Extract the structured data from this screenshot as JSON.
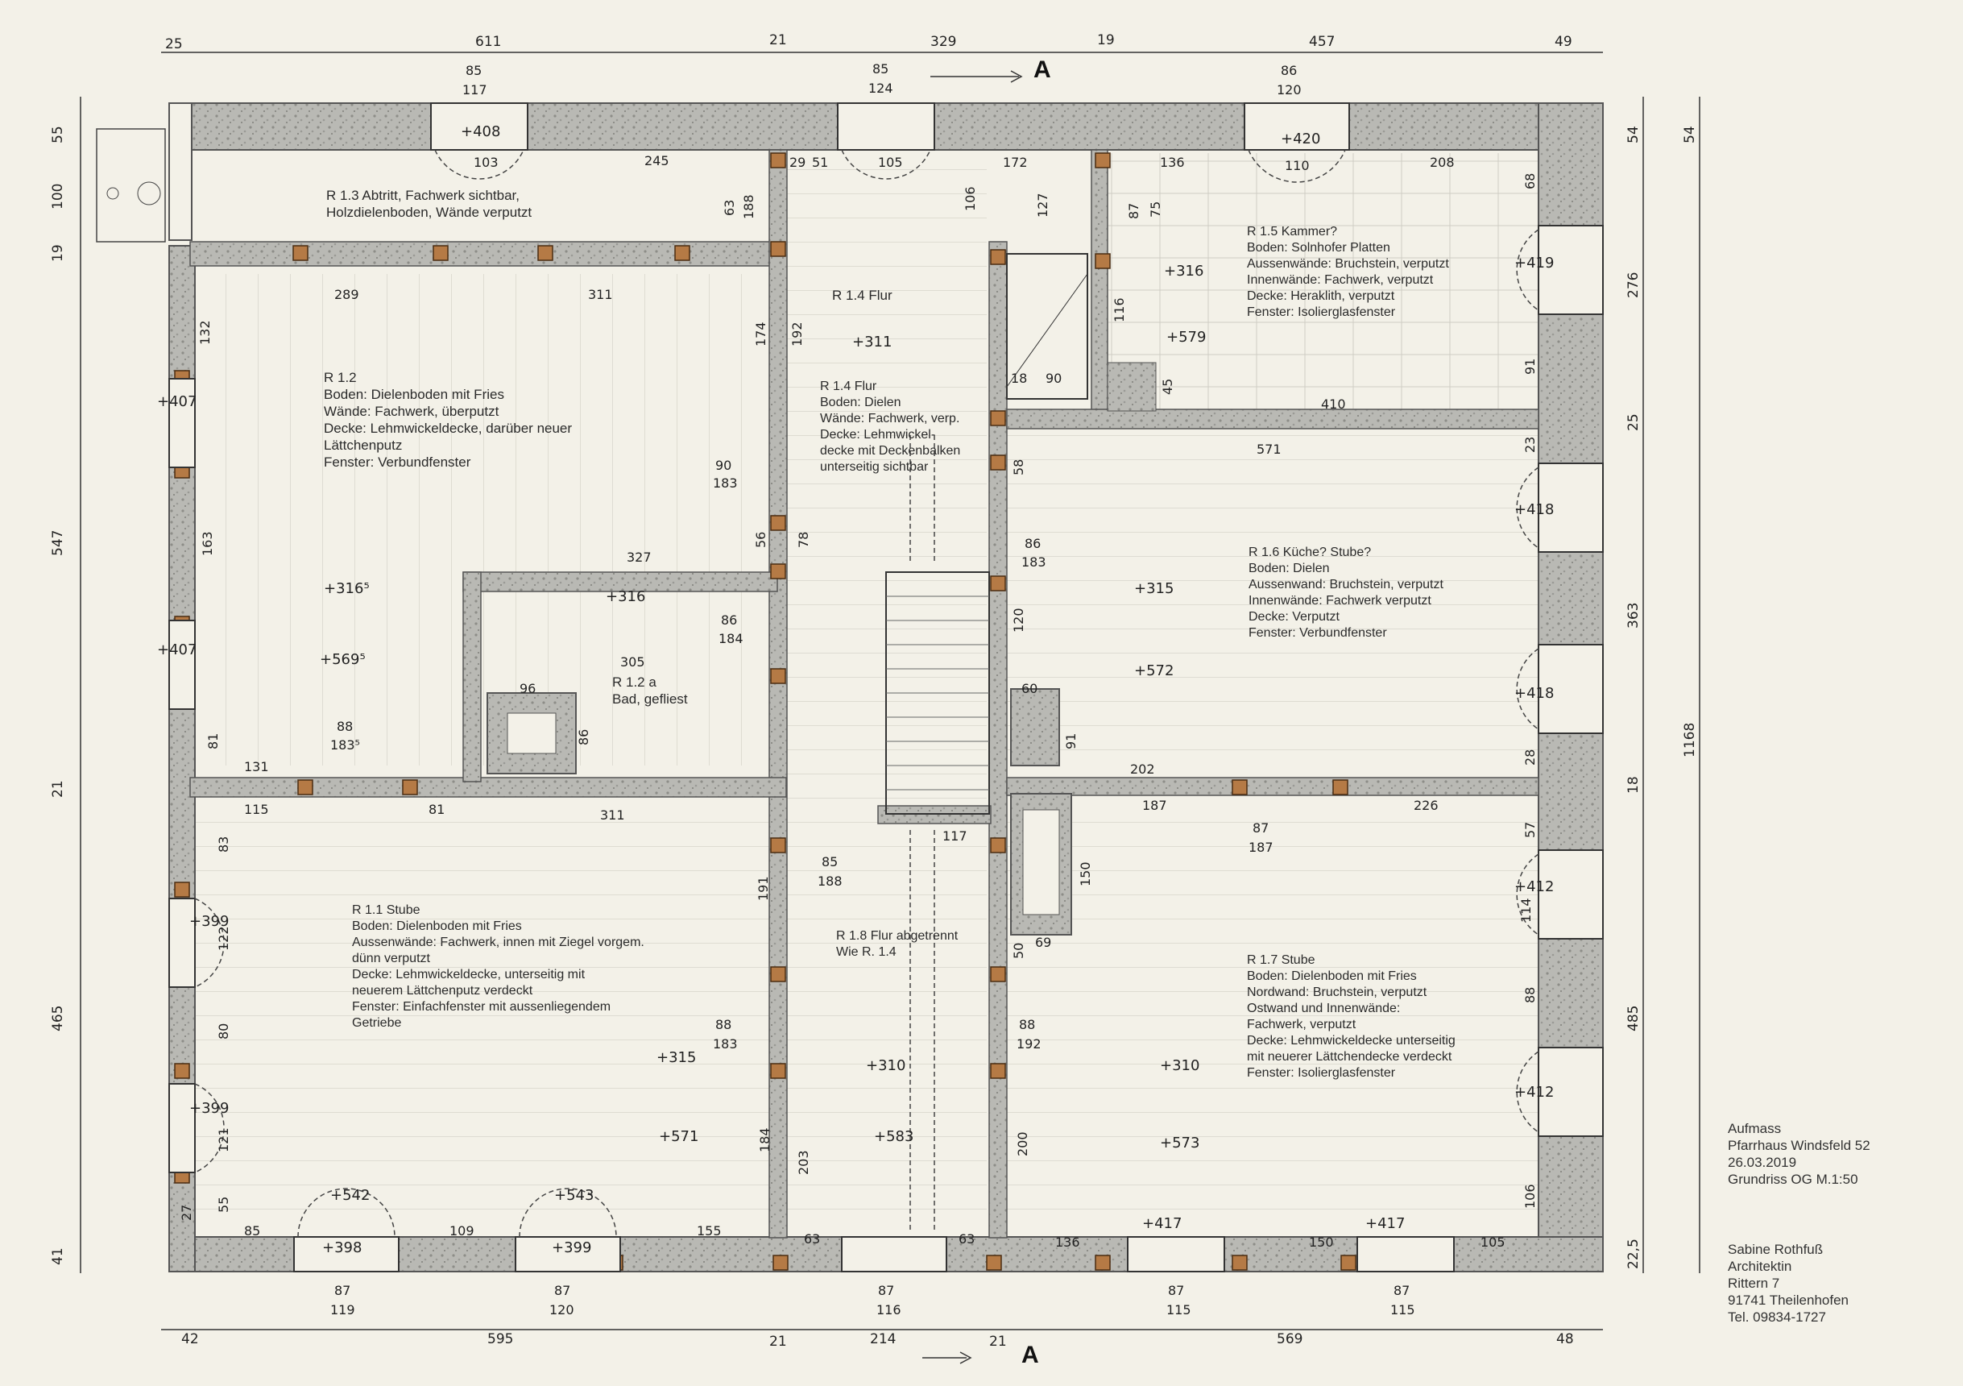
{
  "section_marks": [
    "A",
    "A"
  ],
  "top_dims": [
    "25",
    "611",
    "21",
    "329",
    "19",
    "457",
    "49"
  ],
  "bottom_dims": [
    "42",
    "595",
    "21",
    "214",
    "21",
    "569",
    "48"
  ],
  "left_dims": [
    "55",
    "100",
    "19",
    "547",
    "21",
    "465",
    "41"
  ],
  "right_dims_outer": [
    "54",
    "1168"
  ],
  "right_dims_inner": [
    "54",
    "276",
    "25",
    "363",
    "18",
    "485",
    "22,5"
  ],
  "window_dims_top": [
    {
      "a": "85",
      "b": "117"
    },
    {
      "a": "85",
      "b": "124"
    },
    {
      "a": "86",
      "b": "120"
    }
  ],
  "window_dims_bottom": [
    {
      "a": "87",
      "b": "119"
    },
    {
      "a": "87",
      "b": "120"
    },
    {
      "a": "87",
      "b": "116"
    },
    {
      "a": "87",
      "b": "115"
    },
    {
      "a": "87",
      "b": "115"
    }
  ],
  "rooms": {
    "r13": {
      "title": "R 1.3 Abtritt, Fachwerk sichtbar,",
      "line2": "Holzdielenboden, Wände verputzt"
    },
    "r12": {
      "title": "R 1.2",
      "lines": [
        "Boden: Dielenboden mit Fries",
        "Wände: Fachwerk, überputzt",
        "Decke: Lehmwickeldecke, darüber neuer",
        "Lättchenputz",
        "Fenster: Verbundfenster"
      ]
    },
    "r14a": {
      "title": "R 1.4 Flur"
    },
    "r14b": {
      "title": "R 1.4 Flur",
      "lines": [
        "Boden: Dielen",
        "Wände: Fachwerk, verp.",
        "Decke: Lehmwickel-",
        "decke mit Deckenbalken",
        "unterseitig sichtbar"
      ]
    },
    "r15": {
      "title": "R 1.5 Kammer?",
      "lines": [
        "Boden: Solnhofer Platten",
        "Aussenwände: Bruchstein, verputzt",
        "Innenwände: Fachwerk, verputzt",
        "Decke: Heraklith, verputzt",
        "Fenster: Isolierglasfenster"
      ]
    },
    "r12a": {
      "title": "R 1.2 a",
      "lines": [
        "Bad, gefliest"
      ]
    },
    "r16": {
      "title": "R 1.6 Küche? Stube?",
      "lines": [
        "Boden: Dielen",
        "Aussenwand: Bruchstein, verputzt",
        "Innenwände: Fachwerk verputzt",
        "Decke: Verputzt",
        "Fenster: Verbundfenster"
      ]
    },
    "r11": {
      "title": "R 1.1 Stube",
      "lines": [
        "Boden: Dielenboden mit Fries",
        "Aussenwände: Fachwerk, innen mit Ziegel vorgem.",
        "dünn verputzt",
        "Decke: Lehmwickeldecke, unterseitig mit",
        "neuerem Lättchenputz verdeckt",
        "Fenster: Einfachfenster mit aussenliegendem",
        "Getriebe"
      ]
    },
    "r18": {
      "title": "R 1.8 Flur abgetrennt",
      "lines": [
        "Wie R. 1.4"
      ]
    },
    "r17": {
      "title": "R 1.7 Stube",
      "lines": [
        "Boden: Dielenboden mit Fries",
        "Nordwand: Bruchstein, verputzt",
        "Ostwand und Innenwände:",
        "Fachwerk, verputzt",
        "Decke: Lehmwickeldecke unterseitig",
        "mit neuerer Lättchendecke verdeckt",
        "Fenster: Isolierglasfenster"
      ]
    }
  },
  "elevations": [
    "+408",
    "+420",
    "+316",
    "+579",
    "+311",
    "+407",
    "+316",
    "+316⁵",
    "+569⁵",
    "+407",
    "+315",
    "+572",
    "+419",
    "+418",
    "+418",
    "+399",
    "+315",
    "+571",
    "+310",
    "+583",
    "+310",
    "+573",
    "+412",
    "+412",
    "+399",
    "+542",
    "+398",
    "+543",
    "+399",
    "+417",
    "+417"
  ],
  "inner_dims": [
    "245",
    "172",
    "136",
    "208",
    "51",
    "29",
    "105",
    "103",
    "110",
    "106",
    "127",
    "63",
    "188",
    "289",
    "311",
    "132",
    "174",
    "192",
    "87",
    "75",
    "116",
    "18",
    "90",
    "45",
    "68",
    "91",
    "410",
    "571",
    "23",
    "163",
    "90",
    "183",
    "327",
    "56",
    "78",
    "58",
    "86",
    "183",
    "120",
    "305",
    "96",
    "86",
    "86",
    "184",
    "88",
    "183⁵",
    "81",
    "131",
    "60",
    "91",
    "202",
    "187",
    "226",
    "28",
    "115",
    "81",
    "311",
    "117",
    "83",
    "191",
    "150",
    "85",
    "188",
    "87",
    "187",
    "69",
    "50",
    "57",
    "122",
    "80",
    "88",
    "183",
    "88",
    "192",
    "121",
    "55",
    "27",
    "85",
    "109",
    "155",
    "203",
    "184",
    "63",
    "63",
    "200",
    "136",
    "150",
    "105",
    "106",
    "88",
    "114"
  ],
  "title_block": [
    "Aufmass",
    "Pfarrhaus Windsfeld 52",
    "26.03.2019",
    "Grundriss OG M.1:50"
  ],
  "architect": [
    "Sabine Rothfuß",
    "Architektin",
    "Rittern 7",
    "91741 Theilenhofen",
    "Tel. 09834-1727"
  ]
}
